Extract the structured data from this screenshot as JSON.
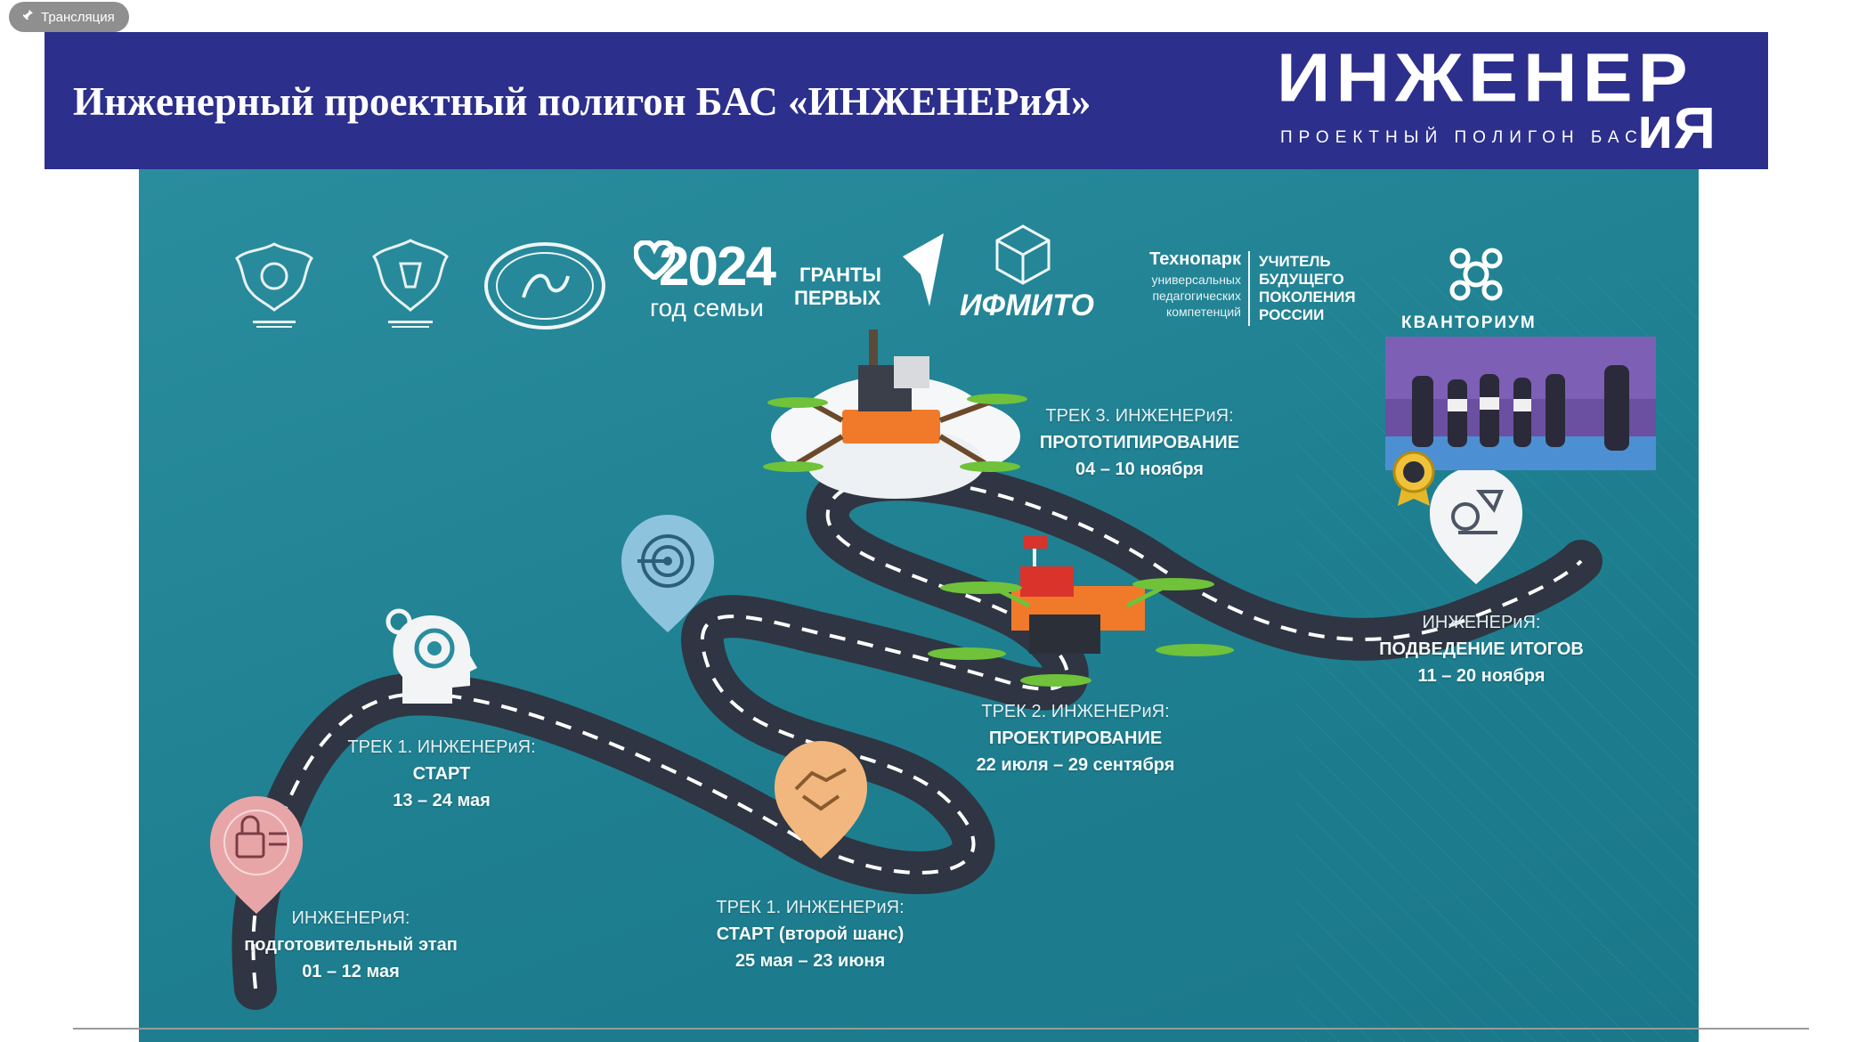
{
  "window": {
    "broadcast_label": "Трансляция"
  },
  "header": {
    "title": "Инженерный проектный полигон БАС «ИНЖЕНЕРиЯ»",
    "brand_word": "ИНЖЕНЕР",
    "brand_suffix": "иЯ",
    "brand_subtitle": "ПРОЕКТНЫЙ ПОЛИГОН БАС"
  },
  "logos": {
    "year_number": "2024",
    "year_caption": "год семьи",
    "grants_line1": "ГРАНТЫ",
    "grants_line2": "ПЕРВЫХ",
    "ifmito": "ИФМИТО",
    "technopark_title": "Технопарк",
    "technopark_sub1": "универсальных",
    "technopark_sub2": "педагогических",
    "technopark_sub3": "компетенций",
    "teacher_line1": "УЧИТЕЛЬ",
    "teacher_line2": "БУДУЩЕГО",
    "teacher_line3": "ПОКОЛЕНИЯ",
    "teacher_line4": "РОССИИ",
    "kvantorium": "КВАНТОРИУМ"
  },
  "milestones": [
    {
      "track": "ИНЖЕНЕРиЯ:",
      "stage": "подготовительный этап",
      "dates": "01 – 12 мая"
    },
    {
      "track": "ТРЕК 1. ИНЖЕНЕРиЯ:",
      "stage": "СТАРТ",
      "dates": "13 – 24 мая"
    },
    {
      "track": "ТРЕК 1. ИНЖЕНЕРиЯ:",
      "stage": "СТАРТ (второй шанс)",
      "dates": "25 мая – 23 июня"
    },
    {
      "track": "ТРЕК 2. ИНЖЕНЕРиЯ:",
      "stage": "ПРОЕКТИРОВАНИЕ",
      "dates": "22 июля – 29 сентября"
    },
    {
      "track": "ТРЕК 3. ИНЖЕНЕРиЯ:",
      "stage": "ПРОТОТИПИРОВАНИЕ",
      "dates": "04 – 10 ноября"
    },
    {
      "track": "ИНЖЕНЕРиЯ:",
      "stage": "ПОДВЕДЕНИЕ ИТОГОВ",
      "dates": "11 – 20 ноября"
    }
  ],
  "colors": {
    "header_bg": "#2c2f8c",
    "slide_bg": "#1e7f90",
    "road": "#2f3542",
    "pin_pink": "#e8a5a8",
    "pin_white": "#f2f4f6",
    "pin_blue": "#8ec3de",
    "pin_orange": "#f2b77e",
    "drone_orange": "#f07a2a",
    "drone_green": "#6fc23a"
  }
}
